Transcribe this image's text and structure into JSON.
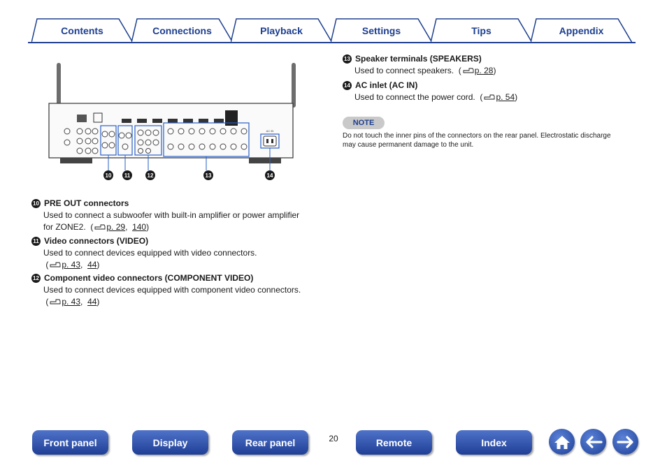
{
  "tabs": [
    {
      "label": "Contents"
    },
    {
      "label": "Connections"
    },
    {
      "label": "Playback"
    },
    {
      "label": "Settings"
    },
    {
      "label": "Tips"
    },
    {
      "label": "Appendix"
    }
  ],
  "diagram": {
    "callouts": [
      "⑩",
      "⑪",
      "⑫",
      "⑬",
      "⑭"
    ],
    "ac_label": "AC IN"
  },
  "items": {
    "i10": {
      "num": "10",
      "title": "PRE OUT connectors",
      "line1": "Used to connect a subwoofer with built-in amplifier or power amplifier",
      "line2_prefix": "for ZONE2.",
      "link1": "p. 29",
      "link2": "140"
    },
    "i11": {
      "num": "11",
      "title": "Video connectors (VIDEO)",
      "line1": "Used to connect devices equipped with video connectors.",
      "link1": "p. 43",
      "link2": "44"
    },
    "i12": {
      "num": "12",
      "title": "Component video connectors (COMPONENT VIDEO)",
      "line1": "Used to connect devices equipped with component video connectors.",
      "link1": "p. 43",
      "link2": "44"
    },
    "i13": {
      "num": "13",
      "title": "Speaker terminals (SPEAKERS)",
      "line1": "Used to connect speakers.",
      "link1": "p. 28"
    },
    "i14": {
      "num": "14",
      "title": "AC inlet (AC IN)",
      "line1": "Used to connect the power cord.",
      "link1": "p. 54"
    }
  },
  "note": {
    "label": "NOTE",
    "text": "Do not touch the inner pins of the connectors on the rear panel. Electrostatic discharge may cause permanent damage to the unit."
  },
  "footer": {
    "buttons": [
      "Front panel",
      "Display",
      "Rear panel",
      "Remote",
      "Index"
    ],
    "page_number": "20",
    "icons": [
      "home-icon",
      "arrow-left-icon",
      "arrow-right-icon"
    ]
  },
  "colors": {
    "brand_blue": "#1d3f8f",
    "button_gradient_top": "#4f73c8",
    "button_gradient_bottom": "#1f3f96",
    "note_bg": "#c9c9c9"
  }
}
